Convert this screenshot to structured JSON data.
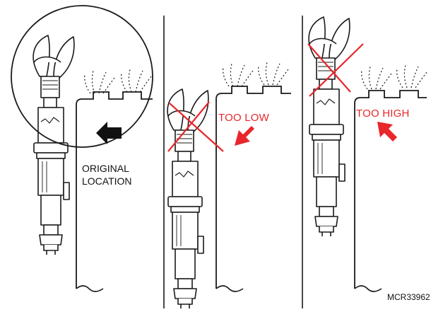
{
  "labels": {
    "original_line1": "ORIGINAL",
    "original_line2": "LOCATION",
    "too_low": "TOO LOW",
    "too_high": "TOO HIGH",
    "figure_code": "MCR33962"
  },
  "colors": {
    "ink": "#1a1a1a",
    "warning_red": "#e8262b",
    "arrow_black": "#111111"
  },
  "icons": {
    "original_arrow": "arrow-left-icon",
    "too_low_arrow": "arrow-down-left-icon",
    "too_high_arrow": "arrow-up-left-icon"
  }
}
